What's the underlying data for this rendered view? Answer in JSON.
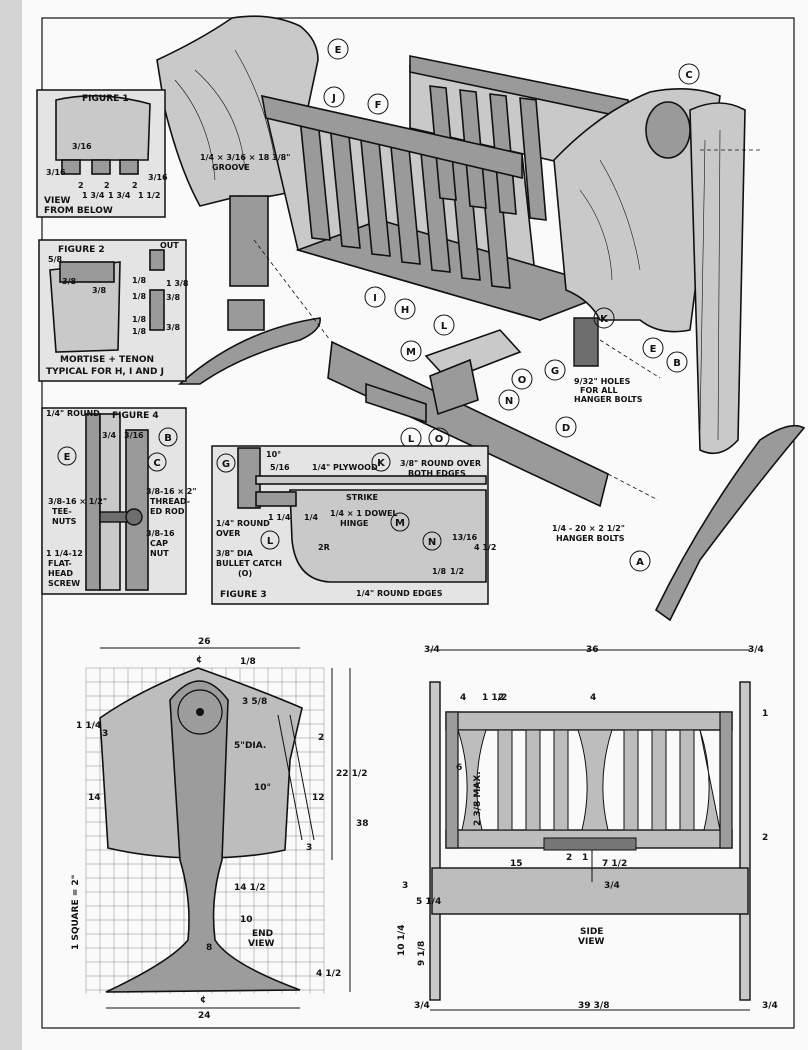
{
  "parts": {
    "A": "A",
    "B": "B",
    "C": "C",
    "D": "D",
    "E": "E",
    "F": "F",
    "G": "G",
    "H": "H",
    "I": "I",
    "J": "J",
    "K": "K",
    "L": "L",
    "M": "M",
    "N": "N",
    "O": "O"
  },
  "exploded": {
    "groove_note_1": "1/4 × 3/16 × 18 3/8\"",
    "groove_note_2": "GROOVE",
    "holes_note_1": "9/32\" HOLES",
    "holes_note_2": "FOR ALL",
    "holes_note_3": "HANGER BOLTS",
    "bolts_note_1": "1/4 - 20 × 2 1/2\"",
    "bolts_note_2": "HANGER BOLTS"
  },
  "figure1": {
    "title": "FIGURE 1",
    "caption_1": "VIEW",
    "caption_2": "FROM BELOW",
    "dims": [
      "3/16",
      "3/16",
      "2",
      "1 3/4",
      "2",
      "1 3/4",
      "2",
      "1 1/2",
      "3/16"
    ]
  },
  "figure2": {
    "title": "FIGURE 2",
    "out": "OUT",
    "dims": [
      "5/8",
      "3/8",
      "3/8",
      "1/8",
      "1/8",
      "1/8",
      "1/8",
      "3/8",
      "1 3/8",
      "3/8"
    ],
    "caption_1": "MORTISE + TENON",
    "caption_2": "TYPICAL FOR H, I AND J"
  },
  "figure3": {
    "title": "FIGURE 3",
    "notes": {
      "top": "10°",
      "ply": "1/4\" PLYWOOD",
      "roundover_1": "3/8\" ROUND OVER",
      "roundover_2": "BOTH EDGES",
      "strike": "STRIKE",
      "hinge_1": "1/4 × 1 DOWEL",
      "hinge_2": "HINGE",
      "round_1": "1/4\" ROUND",
      "round_2": "OVER",
      "catch_1": "3/8\" DIA",
      "catch_2": "BULLET CATCH",
      "catch_3": "(O)",
      "edges": "1/4\" ROUND EDGES",
      "d516": "5/16",
      "d114": "1 1/4",
      "d14": "1/4",
      "r": "2R",
      "d1316": "13/16",
      "d412": "4 1/2",
      "d18": "1/8",
      "d12": "1/2"
    }
  },
  "figure4": {
    "title": "FIGURE 4",
    "round": "1/4\" ROUND",
    "d34": "3/4",
    "d316": "3/16",
    "teenut_1": "3/8-16 × 1/2\"",
    "teenut_2": "TEE-",
    "teenut_3": "NUTS",
    "rod_1": "3/8-16 × 2\"",
    "rod_2": "THREAD-",
    "rod_3": "ED ROD",
    "cap_1": "3/8-16",
    "cap_2": "CAP",
    "cap_3": "NUT",
    "screw_1": "1 1/4-12",
    "screw_2": "FLAT-",
    "screw_3": "HEAD",
    "screw_4": "SCREW"
  },
  "end_view": {
    "title_1": "END",
    "title_2": "VIEW",
    "scale": "1 SQUARE = 2\"",
    "dims": {
      "w26": "26",
      "w24": "24",
      "h38": "38",
      "h22": "22 1/2",
      "dia": "5\"DIA.",
      "d10deg": "10°",
      "d18": "1/8",
      "d3": "3",
      "d358": "3 5/8",
      "d14a": "1 1/4",
      "d2": "2",
      "d12": "12",
      "d3b": "3",
      "d1412": "14 1/2",
      "d10": "10",
      "d8": "8",
      "d412": "4 1/2",
      "d14": "14",
      "cl1": "¢",
      "cl2": "¢"
    }
  },
  "side_view": {
    "title_1": "SIDE",
    "title_2": "VIEW",
    "dims": {
      "w36": "36",
      "d34a": "3/4",
      "d34b": "3/4",
      "d4a": "4",
      "d112": "1 1/2",
      "d2": "2",
      "d4b": "4",
      "d1": "1",
      "d6": "6",
      "max": "2 3/8 MAX.",
      "d2b": "2",
      "d15": "15",
      "d2c": "2",
      "d1b": "1",
      "d712": "7 1/2",
      "d34c": "3/4",
      "d3": "3",
      "d514": "5 1/4",
      "d1014": "10 1/4",
      "d918": "9 1/8",
      "w3938": "39 3/8",
      "d34d": "3/4",
      "d34e": "3/4"
    }
  }
}
